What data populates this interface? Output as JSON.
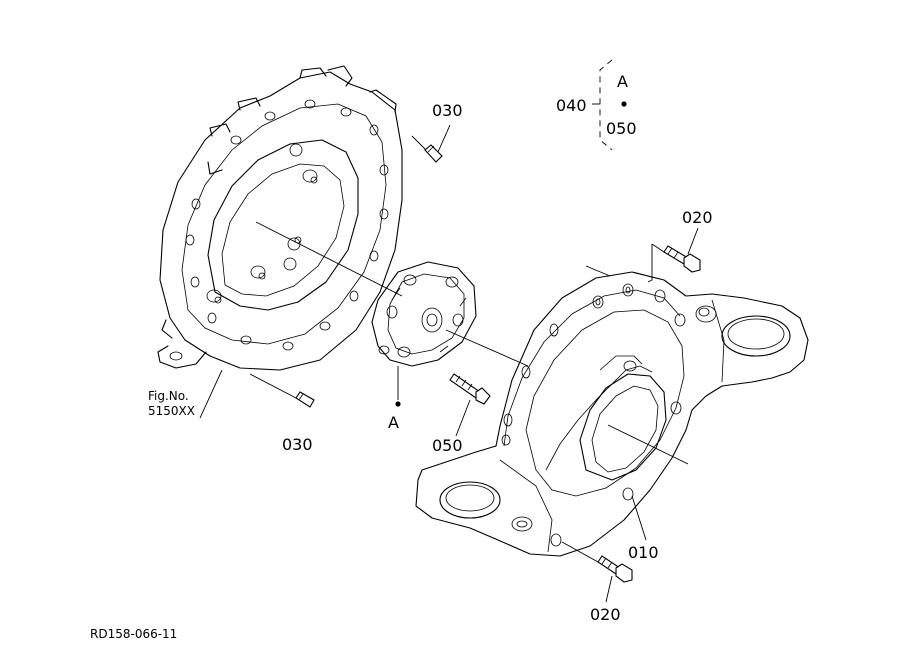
{
  "labels": {
    "pin_top": "030",
    "pin_bottom": "030",
    "group_number": "040",
    "group_item_a": "A",
    "group_item_050": "050",
    "bolt_top": "020",
    "bolt_bottom": "020",
    "housing": "010",
    "coupling_bolt": "050",
    "coupling_ref": "A",
    "fig_ref_line1": "Fig.No.",
    "fig_ref_line2": "5150XX",
    "drawing_id": "RD158-066-11"
  }
}
